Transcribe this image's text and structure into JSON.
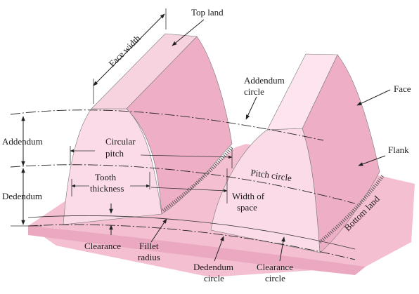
{
  "labels": {
    "top_land": "Top land",
    "face_width": "Face width",
    "addendum_circle_1": "Addendum",
    "addendum_circle_2": "circle",
    "face": "Face",
    "addendum": "Addendum",
    "circular_pitch_1": "Circular",
    "circular_pitch_2": "pitch",
    "flank": "Flank",
    "pitch_circle": "Pitch circle",
    "dedendum": "Dedendum",
    "tooth_thickness_1": "Tooth",
    "tooth_thickness_2": "thickness",
    "width_of_space_1": "Width of",
    "width_of_space_2": "space",
    "bottom_land": "Bottom land",
    "clearance": "Clearance",
    "fillet_radius_1": "Fillet",
    "fillet_radius_2": "radius",
    "dedendum_circle_1": "Dedendum",
    "dedendum_circle_2": "circle",
    "clearance_circle_1": "Clearance",
    "clearance_circle_2": "circle"
  },
  "colors": {
    "tooth_light": "#fbdde8",
    "tooth_mid": "#f2b7cc",
    "tooth_dark": "#e89bb6",
    "base": "#f4bfd1",
    "top_land": "#fdeef3"
  }
}
